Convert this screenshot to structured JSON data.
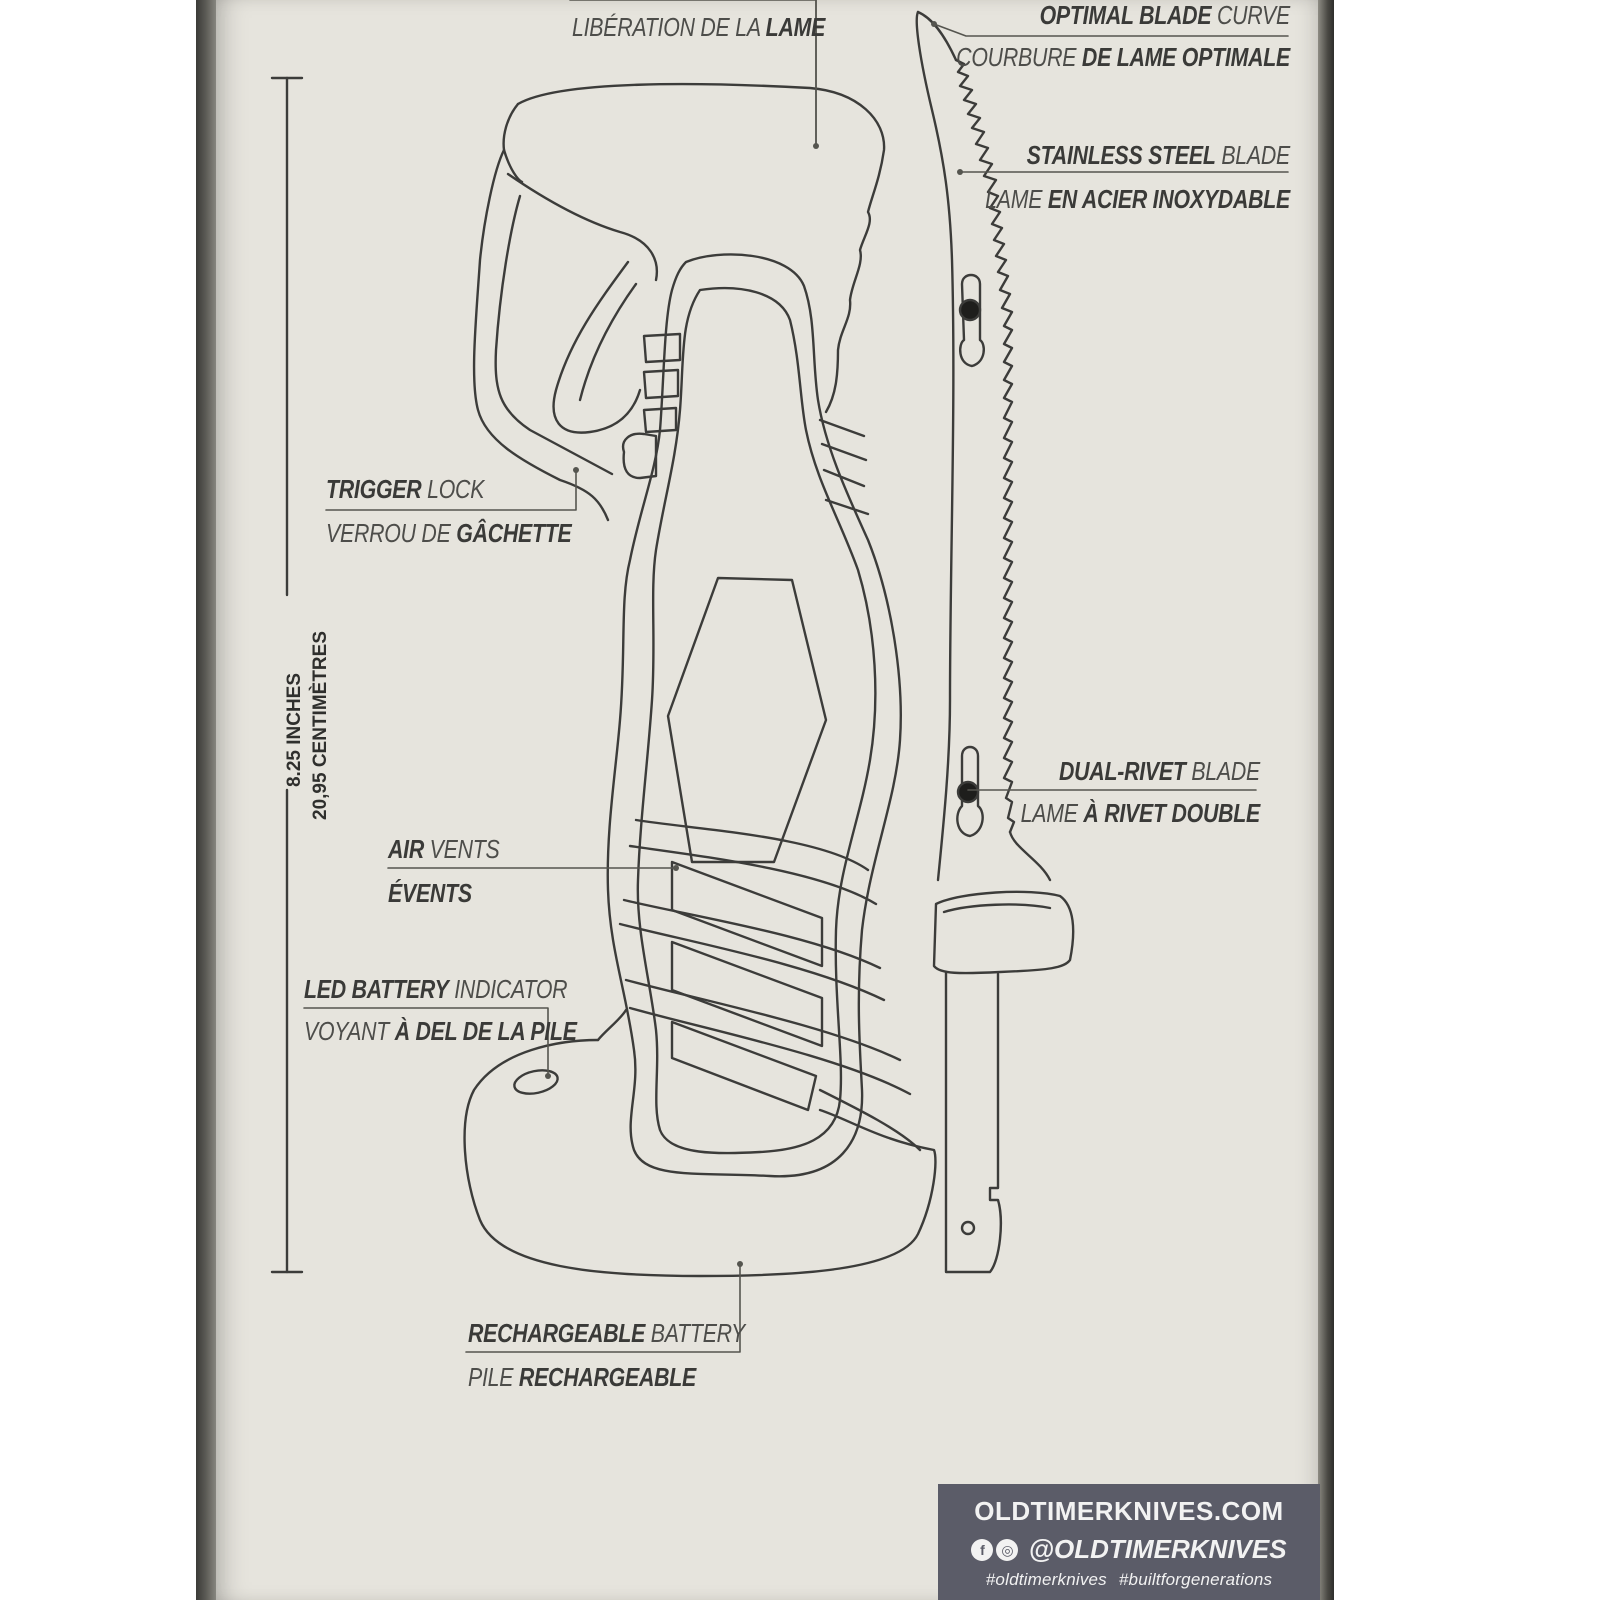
{
  "labels": {
    "blade_release": {
      "fr": "LIBÉRATION DE LA ",
      "fr_bold": "LAME"
    },
    "optimal_curve": {
      "en_bold": "OPTIMAL BLADE",
      "en": " CURVE",
      "fr": "COURBURE ",
      "fr_bold": "DE LAME OPTIMALE"
    },
    "stainless": {
      "en_bold": "STAINLESS STEEL",
      "en": " BLADE",
      "fr": "LAME ",
      "fr_bold": "EN ACIER INOXYDABLE"
    },
    "trigger_lock": {
      "en_bold": "TRIGGER",
      "en": " LOCK",
      "fr": "VERROU DE ",
      "fr_bold": "GÂCHETTE"
    },
    "dual_rivet": {
      "en_bold": "DUAL-RIVET",
      "en": " BLADE",
      "fr": "LAME ",
      "fr_bold": "À RIVET DOUBLE"
    },
    "air_vents": {
      "en_bold": "AIR",
      "en": " VENTS",
      "fr_bold": "ÉVENTS"
    },
    "led": {
      "en_bold": "LED BATTERY",
      "en": " INDICATOR",
      "fr": "VOYANT ",
      "fr_bold": "À DEL DE LA PILE"
    },
    "battery": {
      "en_bold": "RECHARGEABLE",
      "en": " BATTERY",
      "fr": "PILE ",
      "fr_bold": "RECHARGEABLE"
    }
  },
  "dimension": {
    "inches": "8.25 INCHES",
    "cm": "20,95 CENTIMÈTRES"
  },
  "brand": {
    "site": "OLDTIMERKNIVES.COM",
    "facebook_icon": "f",
    "instagram_icon": "◎",
    "handle": "@OLDTIMERKNIVES",
    "tag1": "#oldtimerknives",
    "tag2": "#builtforgenerations"
  },
  "colors": {
    "panel": "#e6e4dd",
    "ink": "#3a3a38",
    "brand_block": "#5b5c68"
  }
}
